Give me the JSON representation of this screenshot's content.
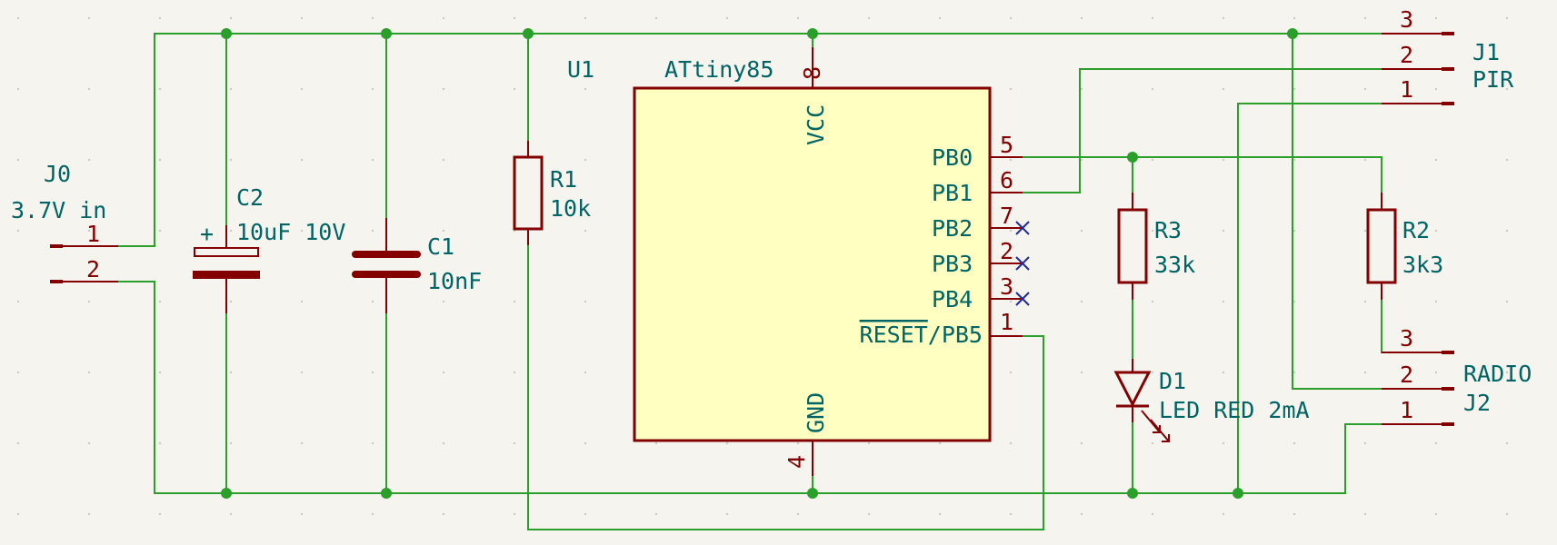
{
  "colors": {
    "background": "#f5f4ef",
    "wire": "#2aa02a",
    "component": "#840000",
    "label": "#006464",
    "ic_fill": "#ffffc2",
    "no_connect": "#1e2aa0"
  },
  "components": {
    "j0": {
      "ref": "J0",
      "value": "3.7V in",
      "pins": [
        "1",
        "2"
      ]
    },
    "c2": {
      "ref": "C2",
      "value": "10uF 10V",
      "polarity": "+"
    },
    "c1": {
      "ref": "C1",
      "value": "10nF"
    },
    "r1": {
      "ref": "R1",
      "value": "10k"
    },
    "u1": {
      "ref": "U1",
      "value": "ATtiny85",
      "vcc": {
        "name": "VCC",
        "num": "8"
      },
      "gnd": {
        "name": "GND",
        "num": "4"
      },
      "pins": [
        {
          "name": "PB0",
          "num": "5"
        },
        {
          "name": "PB1",
          "num": "6"
        },
        {
          "name": "PB2",
          "num": "7"
        },
        {
          "name": "PB3",
          "num": "2"
        },
        {
          "name": "PB4",
          "num": "3"
        }
      ],
      "reset": {
        "overline": "RESET",
        "suffix": "/PB5",
        "num": "1"
      }
    },
    "r3": {
      "ref": "R3",
      "value": "33k"
    },
    "d1": {
      "ref": "D1",
      "value": "LED RED 2mA"
    },
    "r2": {
      "ref": "R2",
      "value": "3k3"
    },
    "j1": {
      "ref": "J1",
      "value": "PIR",
      "pins": [
        "3",
        "2",
        "1"
      ]
    },
    "j2": {
      "ref": "J2",
      "value": "RADIO",
      "pins": [
        "3",
        "2",
        "1"
      ]
    }
  }
}
